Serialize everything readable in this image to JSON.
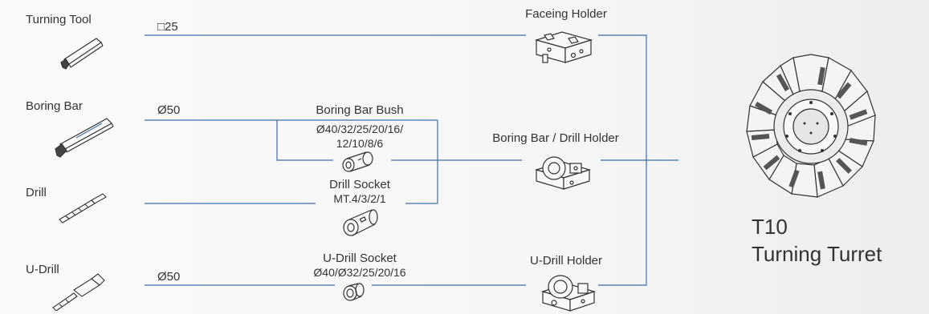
{
  "tools": {
    "turning_tool": "Turning Tool",
    "boring_bar": "Boring Bar",
    "drill": "Drill",
    "u_drill": "U-Drill"
  },
  "specs": {
    "turning_size": "□25",
    "boring_dia": "Ø50",
    "udrill_dia": "Ø50"
  },
  "bush": {
    "title": "Boring Bar Bush",
    "sizes_line1": "Ø40/32/25/20/16/",
    "sizes_line2": "12/10/8/6"
  },
  "drill_socket": {
    "title": "Drill Socket",
    "sizes": "MT.4/3/2/1"
  },
  "udrill_socket": {
    "title": "U-Drill Socket",
    "sizes": "Ø40/Ø32/25/20/16"
  },
  "holders": {
    "facing": "Faceing Holder",
    "boring_drill": "Boring Bar / Drill Holder",
    "udrill": "U-Drill Holder"
  },
  "turret": {
    "model": "T10",
    "name": "Turning Turret"
  },
  "colors": {
    "line": "#3f6ea8",
    "text": "#333333"
  }
}
